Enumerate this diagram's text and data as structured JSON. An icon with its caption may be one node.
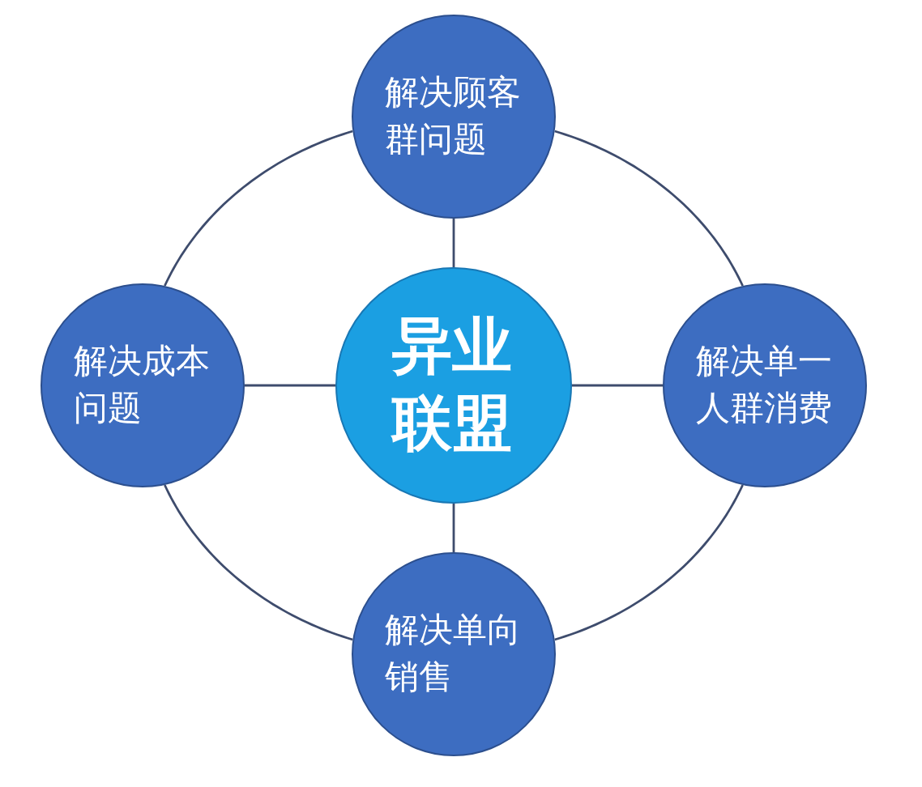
{
  "diagram": {
    "nodes": [
      {
        "text": [
          "解决顾客群问题"
        ]
      },
      {
        "text": [
          "解决成本问题"
        ]
      },
      {
        "text": [
          "异业联盟"
        ]
      },
      {
        "text": [
          "解决单一人群消费"
        ]
      },
      {
        "text": [
          "解决单向销售"
        ]
      }
    ],
    "edges": [
      {
        "from": 2,
        "to": 0,
        "arrow": "none"
      },
      {
        "from": 2,
        "to": 1,
        "arrow": "none"
      },
      {
        "from": 2,
        "to": 3,
        "arrow": "none"
      },
      {
        "from": 2,
        "to": 4,
        "arrow": "none"
      },
      {
        "from": 0,
        "to": 3,
        "arrow": "none"
      },
      {
        "from": 3,
        "to": 4,
        "arrow": "none"
      },
      {
        "from": 4,
        "to": 1,
        "arrow": "none"
      },
      {
        "from": 1,
        "to": 0,
        "arrow": "none"
      }
    ]
  }
}
